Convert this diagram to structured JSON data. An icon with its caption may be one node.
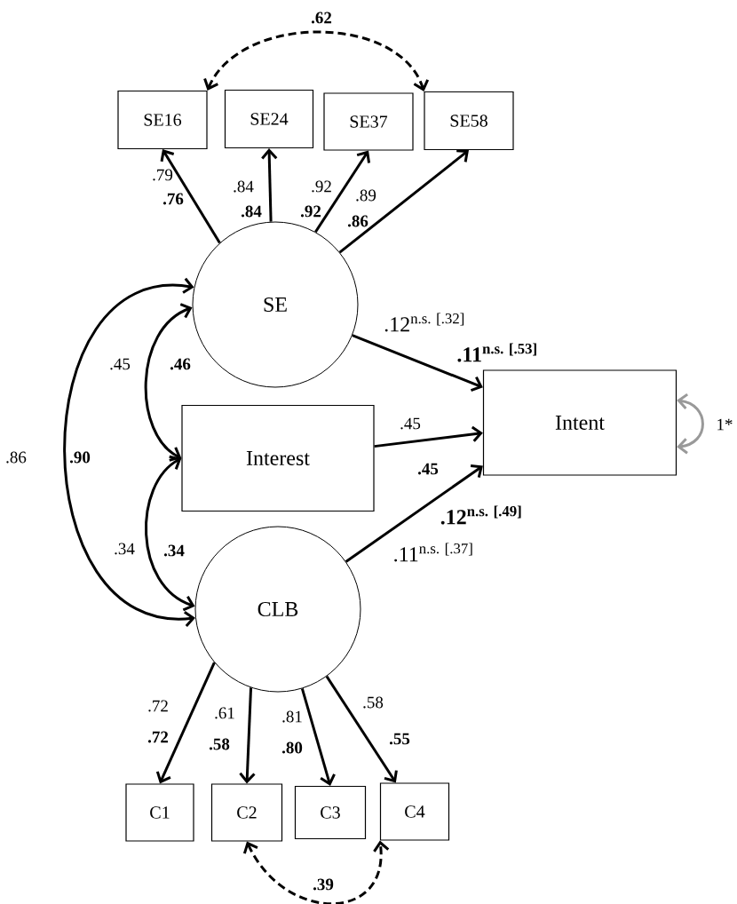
{
  "diagram": {
    "nodes": [
      {
        "text": [
          "SE16"
        ]
      },
      {
        "text": [
          "SE24"
        ]
      },
      {
        "text": [
          "SE37"
        ]
      },
      {
        "text": [
          "SE58"
        ]
      },
      {
        "text": [
          "SE"
        ]
      },
      {
        "text": [
          "Interest"
        ]
      },
      {
        "text": [
          "Intent"
        ]
      },
      {
        "text": [
          "CLB"
        ]
      },
      {
        "text": [
          "C1"
        ]
      },
      {
        "text": [
          "C2"
        ]
      },
      {
        "text": [
          "C3"
        ]
      },
      {
        "text": [
          "C4"
        ]
      }
    ],
    "edges": [
      {
        "from": 4,
        "to": 0,
        "arrow": "to",
        "label": ".79"
      },
      {
        "from": 4,
        "to": 1,
        "arrow": "to",
        "label": ".84"
      },
      {
        "from": 4,
        "to": 2,
        "arrow": "to",
        "label": ".92"
      },
      {
        "from": 4,
        "to": 3,
        "arrow": "to",
        "label": ".89"
      },
      {
        "from": 4,
        "to": 6,
        "arrow": "to",
        "label": ".12$^{n.s. [.32]}$"
      },
      {
        "from": 5,
        "to": 6,
        "arrow": "to",
        "label": ".45"
      },
      {
        "from": 7,
        "to": 6,
        "arrow": "to",
        "label": ".11$^{n.s. [.37]}$"
      },
      {
        "from": 7,
        "to": 8,
        "arrow": "to",
        "label": ".72"
      },
      {
        "from": 7,
        "to": 9,
        "arrow": "to",
        "label": ".61"
      },
      {
        "from": 7,
        "to": 10,
        "arrow": "to",
        "label": ".81"
      },
      {
        "from": 7,
        "to": 11,
        "arrow": "to",
        "label": ".58"
      },
      {
        "from": 4,
        "to": 5,
        "arrow": "both",
        "label": ".45"
      },
      {
        "from": 5,
        "to": 7,
        "arrow": "both",
        "label": ".34"
      },
      {
        "from": 4,
        "to": 7,
        "arrow": "both",
        "label": ".86"
      },
      {
        "from": 0,
        "to": 3,
        "arrow": "both",
        "style": "dashed"
      },
      {
        "from": 9,
        "to": 11,
        "arrow": "both",
        "style": "dashed"
      },
      {
        "from": 6,
        "to": 6,
        "arrow": "both",
        "color": "#999999",
        "label": "1*"
      }
    ],
    "labels": [
      ".62",
      ".76",
      ".84",
      ".92",
      ".86",
      ".11$^{n.s. [.53]}$",
      ".46",
      ".90",
      ".45",
      ".12$^{n.s. [.49]}$",
      ".34",
      ".72",
      ".58",
      ".80",
      ".55",
      ".39"
    ]
  }
}
